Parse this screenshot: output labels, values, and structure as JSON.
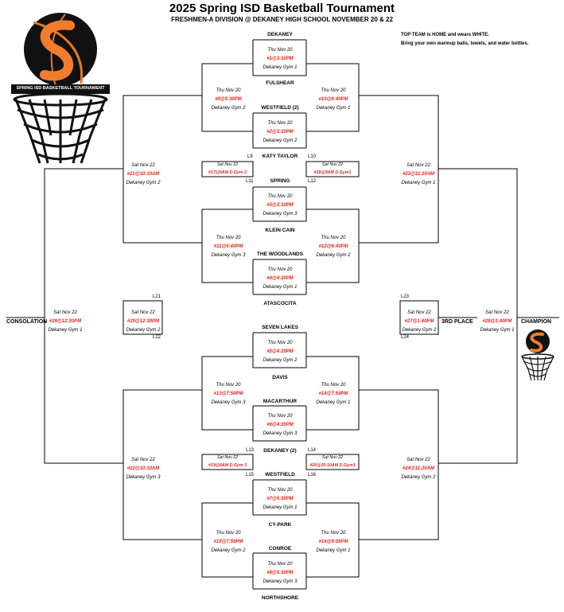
{
  "header": {
    "title": "2025 Spring ISD Basketball Tournament",
    "subtitle": "FRESHMEN-A DIVISION @ DEKANEY HIGH SCHOOL NOVEMBER 20 & 22"
  },
  "notes": {
    "line1": "TOP TEAM is HOME and wears WHITE.",
    "line2": "Bring your own warmup balls, towels, and water bottles."
  },
  "logo": {
    "caption": "SPRING ISD BASKETBALL TOURNAMENT"
  },
  "teams": [
    "DEKANEY",
    "FULSHEAR",
    "WESTFIELD (2)",
    "KATY TAYLOR",
    "SPRING",
    "KLEIN CAIN",
    "THE WOODLANDS",
    "ATASCOCITA",
    "SEVEN LAKES",
    "DAVIS",
    "MACARTHUR",
    "DEKANEY (2)",
    "WESTFIELD",
    "CY-PARK",
    "CONROE",
    "NORTHSHORE"
  ],
  "games": [
    {
      "date": "Thu Nov 20",
      "code": "#1@3:10PM",
      "venue": "Dekaney Gym 1"
    },
    {
      "date": "Thu Nov 20",
      "code": "#2@3:10PM",
      "venue": "Dekaney Gym 2"
    },
    {
      "date": "Thu Nov 20",
      "code": "#3@3:10PM",
      "venue": "Dekaney Gym 3"
    },
    {
      "date": "Thu Nov 20",
      "code": "#4@4:20PM",
      "venue": "Dekaney Gym 1"
    },
    {
      "date": "Thu Nov 20",
      "code": "#5@4:20PM",
      "venue": "Dekaney Gym 2"
    },
    {
      "date": "Thu Nov 20",
      "code": "#6@4:20PM",
      "venue": "Dekaney Gym 3"
    },
    {
      "date": "Thu Nov 20",
      "code": "#7@5:30PM",
      "venue": "Dekaney Gym 1"
    },
    {
      "date": "Thu Nov 20",
      "code": "#8@5:30PM",
      "venue": "Dekaney Gym 3"
    },
    {
      "date": "Thu Nov 20",
      "code": "#9@5:30PM",
      "venue": "Dekaney Gym 2"
    },
    {
      "date": "Thu Nov 20",
      "code": "#10@6:40PM",
      "venue": "Dekaney Gym 1"
    },
    {
      "date": "Thu Nov 20",
      "code": "#11@6:40PM",
      "venue": "Dekaney Gym 3"
    },
    {
      "date": "Thu Nov 20",
      "code": "#12@6:40PM",
      "venue": "Dekaney Gym 2"
    },
    {
      "date": "Thu Nov 20",
      "code": "#13@7:50PM",
      "venue": "Dekaney Gym 3"
    },
    {
      "date": "Thu Nov 20",
      "code": "#14@7:50PM",
      "venue": "Dekaney Gym 1"
    },
    {
      "date": "Thu Nov 20",
      "code": "#15@7:50PM",
      "venue": "Dekaney Gym 2"
    },
    {
      "date": "Thu Nov 20",
      "code": "#16@9:00PM",
      "venue": "Dekaney Gym 1"
    },
    {
      "date": "Sat Nov 22",
      "code": "#17@9AM D.Gym 2"
    },
    {
      "date": "Sat Nov 22",
      "code": "#18@9AM D.Gym1"
    },
    {
      "date": "Sat Nov 22",
      "code": "#19@9AM D.Gym 3"
    },
    {
      "date": "Sat Nov 22",
      "code": "#20@10:10AM D.Gym1"
    },
    {
      "date": "Sat Nov 22",
      "code": "#21@10:10AM",
      "venue": "Dekaney Gym 2"
    },
    {
      "date": "Sat Nov 22",
      "code": "#22@10:10AM",
      "venue": "Dekaney Gym 3"
    },
    {
      "date": "Sat Nov 22",
      "code": "#23@11:20AM",
      "venue": "Dekaney Gym 1"
    },
    {
      "date": "Sat Nov 22",
      "code": "#24@11:20AM",
      "venue": "Dekaney Gym 2"
    },
    {
      "date": "Sat Nov 22",
      "code": "#25@12:30PM",
      "venue": "Dekaney Gym 2"
    },
    {
      "date": "Sat Nov 22",
      "code": "#26@12:30PM",
      "venue": "Dekaney Gym 1"
    },
    {
      "date": "Sat Nov 22",
      "code": "#27@1:40PM",
      "venue": "Dekaney Gym 2"
    },
    {
      "date": "Sat Nov 22",
      "code": "#28@1:40PM",
      "venue": "Dekaney Gym 1"
    }
  ],
  "loser_labels": [
    "L9",
    "L10",
    "L11",
    "L12",
    "L13",
    "L14",
    "L15",
    "L16",
    "L21",
    "L22",
    "L23",
    "L24"
  ],
  "places": {
    "consolation": "CONSOLATION",
    "third": "3RD PLACE",
    "champion": "CHAMPION"
  }
}
